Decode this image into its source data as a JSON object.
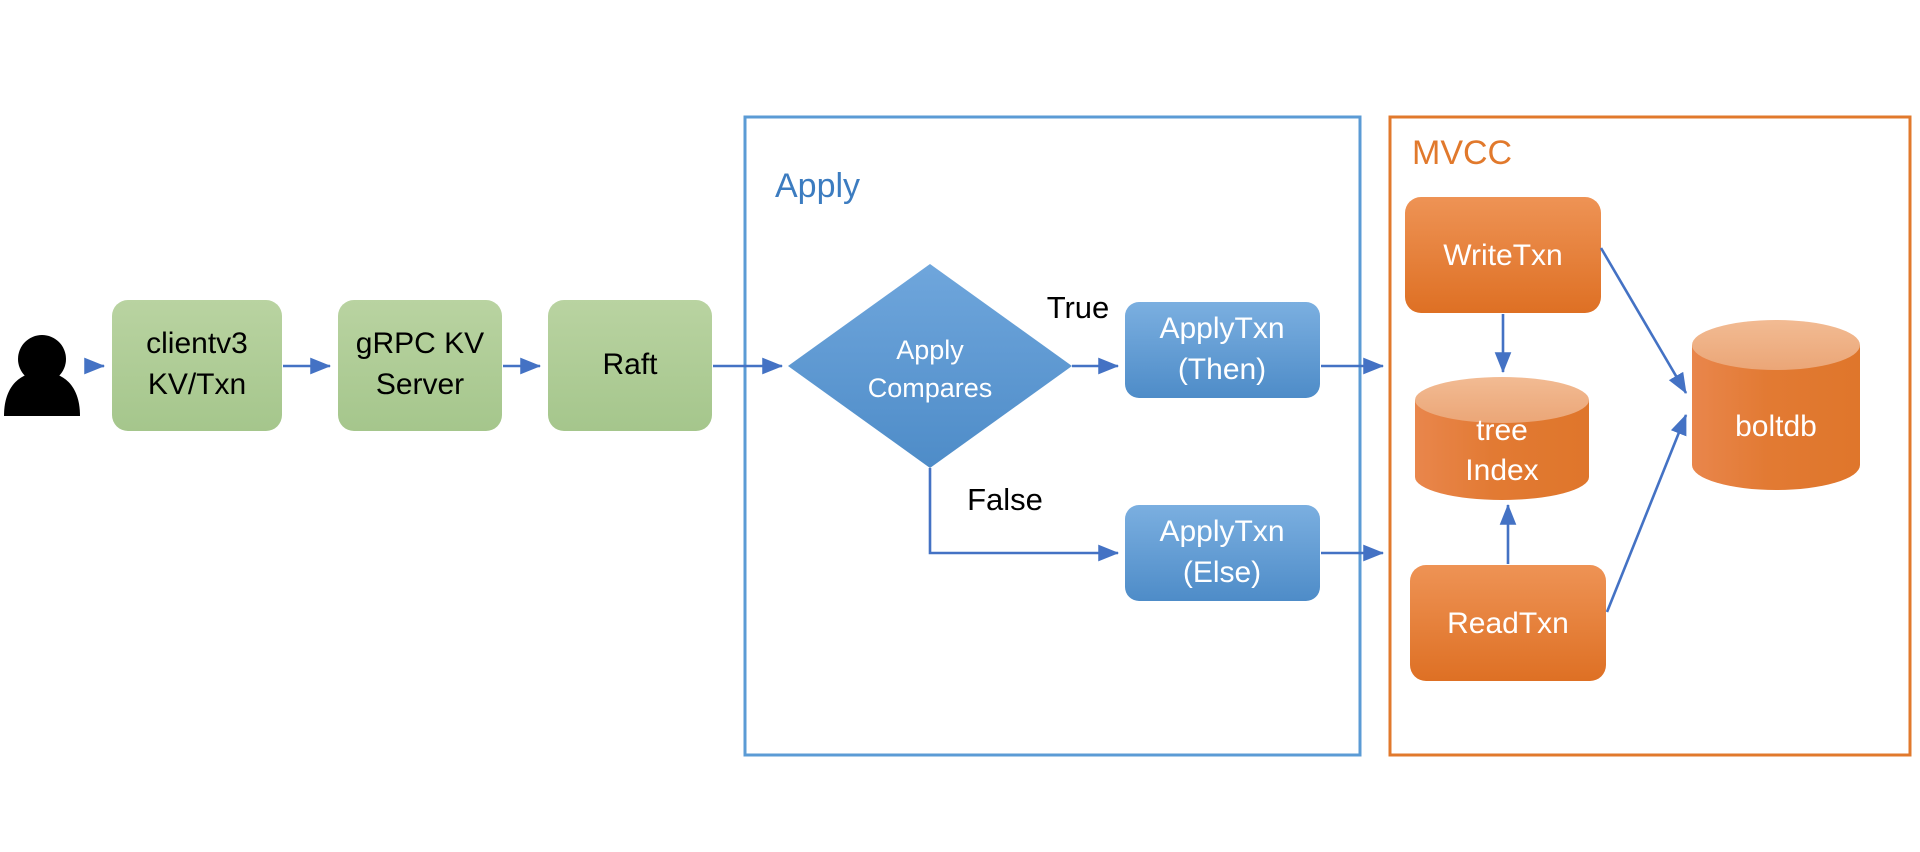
{
  "diagram": {
    "title": "etcd transaction apply and MVCC storage flow",
    "background": "#ffffff",
    "colors": {
      "green_fill": "#A9C890",
      "green_fill_light": "#B8D3A0",
      "blue_fill": "#5B9BD5",
      "blue_fill_light": "#77AEDE",
      "orange_fill": "#E1792C",
      "orange_fill_light": "#ED9B5E",
      "cylinder_top": "#EFB183",
      "arrow_blue": "#4472C4",
      "apply_border": "#5B9BD5",
      "apply_title": "#3C7CC0",
      "mvcc_border": "#E1792C",
      "mvcc_title": "#E1792C",
      "actor_black": "#000000"
    }
  },
  "actor": {
    "name": "user-actor",
    "icon": "person-icon"
  },
  "pipeline": [
    {
      "id": "clientv3",
      "line1": "clientv3",
      "line2": "KV/Txn",
      "shape": "rounded-rect",
      "fill": "green"
    },
    {
      "id": "grpc-kv-server",
      "line1": "gRPC KV",
      "line2": "Server",
      "shape": "rounded-rect",
      "fill": "green"
    },
    {
      "id": "raft",
      "line1": "Raft",
      "line2": "",
      "shape": "rounded-rect",
      "fill": "green"
    }
  ],
  "apply_group": {
    "title": "Apply",
    "decision": {
      "id": "apply-compares",
      "line1": "Apply",
      "line2": "Compares",
      "shape": "diamond",
      "fill": "blue"
    },
    "branches": [
      {
        "id": "apply-txn-then",
        "label": "True",
        "line1": "ApplyTxn",
        "line2": "(Then)",
        "shape": "rounded-rect",
        "fill": "blue"
      },
      {
        "id": "apply-txn-else",
        "label": "False",
        "line1": "ApplyTxn",
        "line2": "(Else)",
        "shape": "rounded-rect",
        "fill": "blue"
      }
    ]
  },
  "mvcc_group": {
    "title": "MVCC",
    "nodes": [
      {
        "id": "write-txn",
        "line1": "WriteTxn",
        "line2": "",
        "shape": "rounded-rect",
        "fill": "orange"
      },
      {
        "id": "tree-index",
        "line1": "tree",
        "line2": "Index",
        "shape": "cylinder",
        "fill": "orange"
      },
      {
        "id": "read-txn",
        "line1": "ReadTxn",
        "line2": "",
        "shape": "rounded-rect",
        "fill": "orange"
      },
      {
        "id": "boltdb",
        "line1": "boltdb",
        "line2": "",
        "shape": "cylinder",
        "fill": "orange"
      }
    ]
  },
  "edges": [
    {
      "from": "user-actor",
      "to": "clientv3",
      "label": ""
    },
    {
      "from": "clientv3",
      "to": "grpc-kv-server",
      "label": ""
    },
    {
      "from": "grpc-kv-server",
      "to": "raft",
      "label": ""
    },
    {
      "from": "raft",
      "to": "apply-compares",
      "label": ""
    },
    {
      "from": "apply-compares",
      "to": "apply-txn-then",
      "label": "True"
    },
    {
      "from": "apply-compares",
      "to": "apply-txn-else",
      "label": "False"
    },
    {
      "from": "apply-txn-then",
      "to": "mvcc-group",
      "label": ""
    },
    {
      "from": "apply-txn-else",
      "to": "mvcc-group",
      "label": ""
    },
    {
      "from": "write-txn",
      "to": "tree-index",
      "label": ""
    },
    {
      "from": "write-txn",
      "to": "boltdb",
      "label": ""
    },
    {
      "from": "read-txn",
      "to": "tree-index",
      "label": ""
    },
    {
      "from": "read-txn",
      "to": "boltdb",
      "label": ""
    }
  ]
}
